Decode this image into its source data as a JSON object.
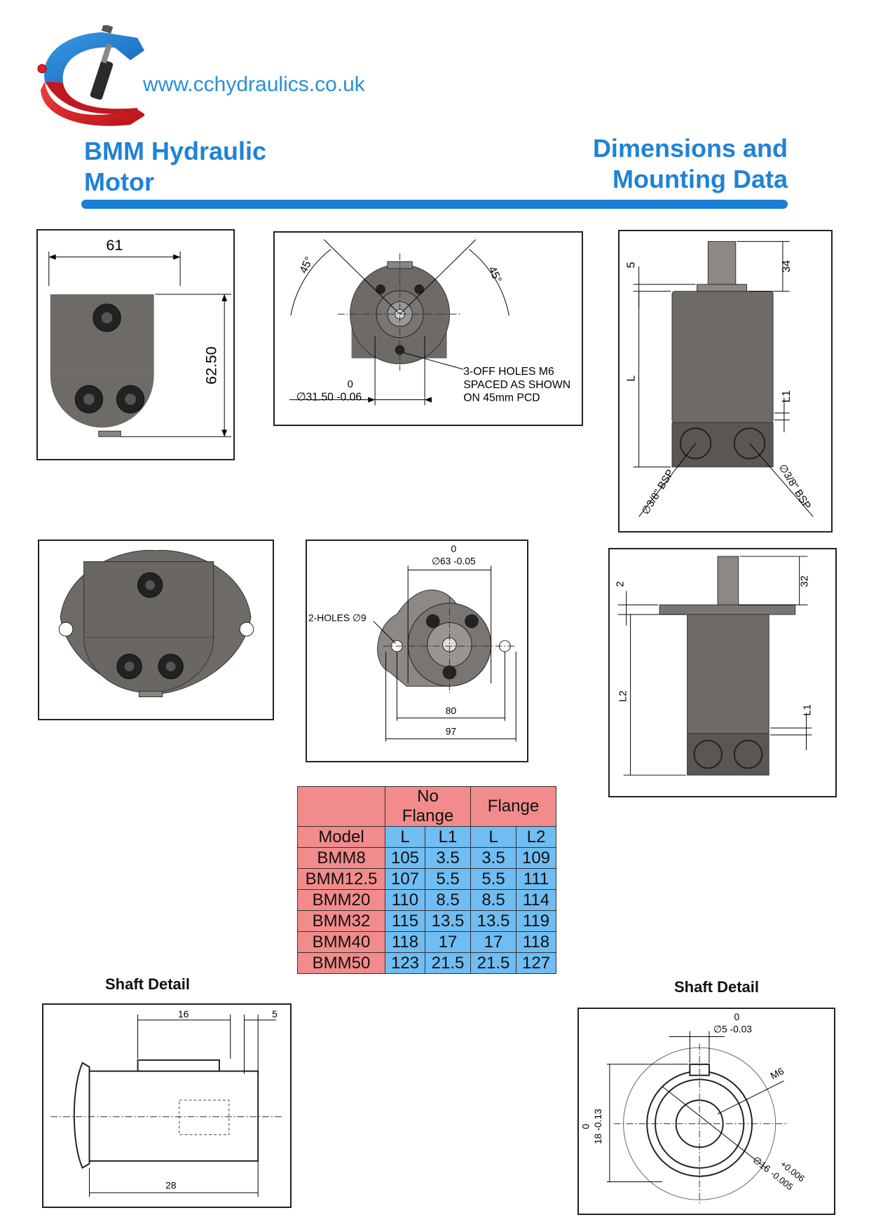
{
  "header": {
    "website": "www.cchydraulics.co.uk",
    "title_line1": "BMM Hydraulic",
    "title_line2": "Motor",
    "subtitle_line1": "Dimensions and",
    "subtitle_line2": "Mounting Data"
  },
  "colors": {
    "brand_blue": "#1f82d8",
    "table_pink": "#f28b8b",
    "table_blue": "#6fbdf2",
    "logo_red": "#e0202a",
    "logo_blue": "#1e7fd6"
  },
  "drawings": {
    "rear_view": {
      "width": "61",
      "height": "62.50"
    },
    "end_view": {
      "angle_left": "45°",
      "angle_right": "45°",
      "zero": "0",
      "dia": "∅31.50 -0.06",
      "note1": "3-OFF HOLES M6",
      "note2": "SPACED AS SHOWN",
      "note3": "ON 45mm PCD"
    },
    "side_view": {
      "shaft_step": "5",
      "shaft_len": "34",
      "body_len": "L",
      "l1": "L1",
      "port_left": "∅3/8\" BSP",
      "port_right": "∅3/8\" BSP"
    },
    "flange_front": {
      "zero": "0",
      "dia": "∅63 -0.05",
      "holes": "2-HOLES  ∅9",
      "width_inner": "80",
      "width_outer": "97"
    },
    "flange_side": {
      "flange_step": "2",
      "shaft_len": "32",
      "body_len": "L2",
      "l1": "L1"
    },
    "shaft_side": {
      "title": "Shaft Detail",
      "key_len": "16",
      "end": "5",
      "total": "28"
    },
    "shaft_end": {
      "title": "Shaft Detail",
      "zero_top": "0",
      "key": "∅5 -0.03",
      "thread": "M6",
      "zero_side": "0",
      "height": "18 -0.13",
      "dia": "∅16",
      "tol_up": "+0.006",
      "tol_dn": "-0.005"
    }
  },
  "table": {
    "group_headers": [
      "No Flange",
      "Flange"
    ],
    "model_header": "Model",
    "sub_headers": [
      "L",
      "L1",
      "L",
      "L2"
    ],
    "rows": [
      [
        "BMM8",
        "105",
        "3.5",
        "3.5",
        "109"
      ],
      [
        "BMM12.5",
        "107",
        "5.5",
        "5.5",
        "111"
      ],
      [
        "BMM20",
        "110",
        "8.5",
        "8.5",
        "114"
      ],
      [
        "BMM32",
        "115",
        "13.5",
        "13.5",
        "119"
      ],
      [
        "BMM40",
        "118",
        "17",
        "17",
        "118"
      ],
      [
        "BMM50",
        "123",
        "21.5",
        "21.5",
        "127"
      ]
    ]
  }
}
